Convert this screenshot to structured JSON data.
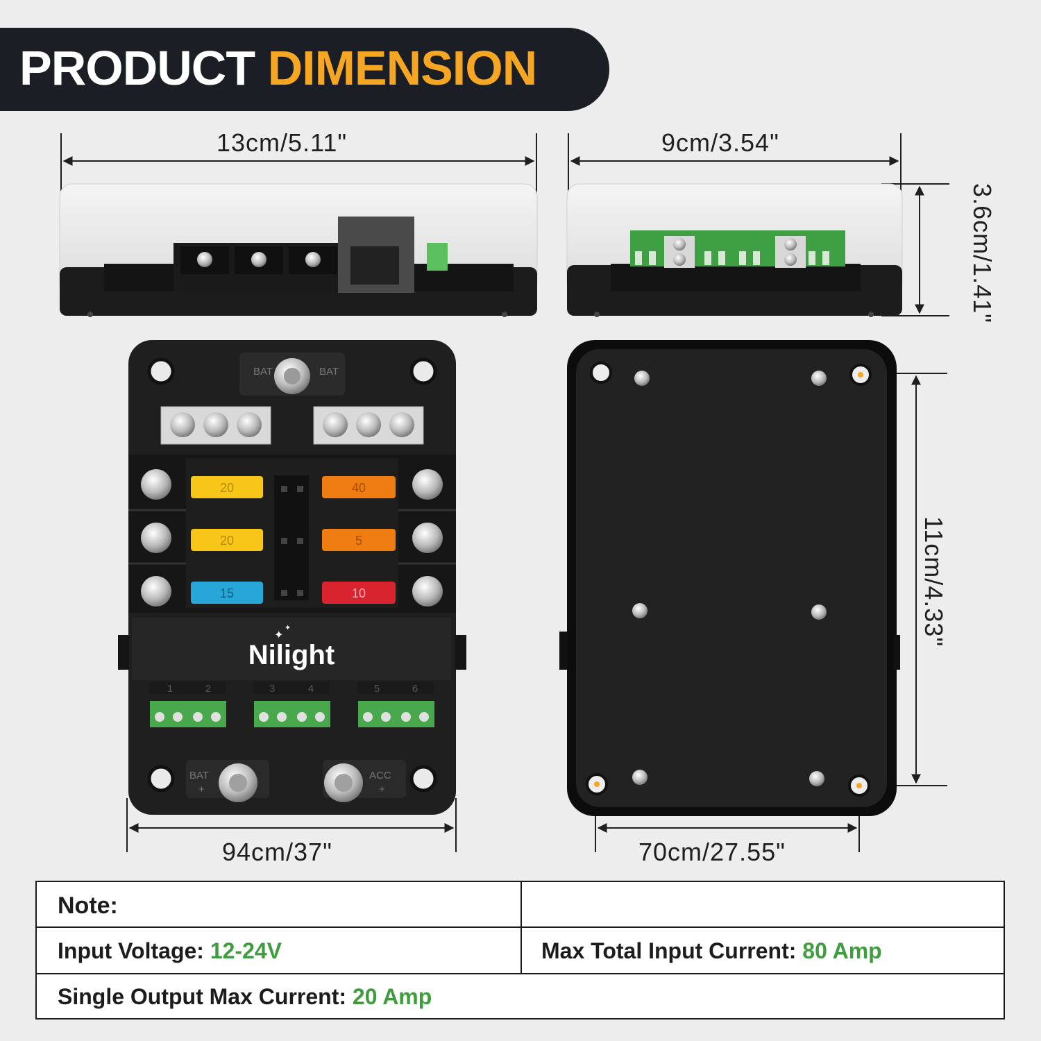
{
  "banner": {
    "word1": "PRODUCT",
    "word2": "DIMENSION"
  },
  "dimensions": {
    "side_width": "13cm/5.11\"",
    "end_width": "9cm/3.54\"",
    "height": "3.6cm/1.41\"",
    "top_width": "94cm/37\"",
    "bottom_width": "70cm/27.55\"",
    "bottom_length": "11cm/4.33\""
  },
  "product": {
    "brand": "Nilight",
    "bat_label": "BAT",
    "acc_label": "ACC",
    "plus": "+",
    "minus": "−",
    "fuse_values": [
      "20",
      "40",
      "20",
      "5",
      "15",
      "10"
    ],
    "circuit_numbers": [
      "1",
      "2",
      "3",
      "4",
      "5",
      "6"
    ]
  },
  "colors": {
    "banner_bg": "#1b1e24",
    "accent": "#f5a623",
    "value_green": "#3f9c3f",
    "fuse_yellow": "#f7c619",
    "fuse_orange": "#ef7d12",
    "fuse_blue": "#27a7d8",
    "fuse_red": "#d9232f",
    "terminal_green": "#49a84c"
  },
  "spec_table": {
    "note_label": "Note:",
    "input_voltage_label": "Input Voltage:",
    "input_voltage_value": "12-24V",
    "max_total_label": "Max Total Input Current:",
    "max_total_value": "80 Amp",
    "single_output_label": "Single Output Max Current:",
    "single_output_value": "20 Amp"
  }
}
